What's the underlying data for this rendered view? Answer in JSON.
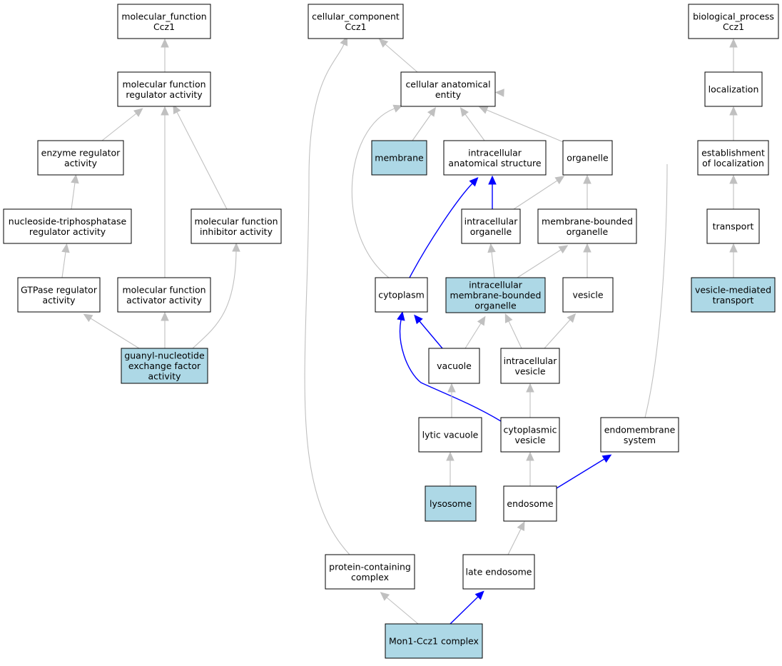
{
  "colors": {
    "highlight_fill": "#add8e6",
    "default_fill": "#ffffff",
    "edge_gray": "#c0c0c0",
    "edge_blue": "#0000ff",
    "border": "#000000"
  },
  "nodes": [
    {
      "id": "mf_root",
      "lines": [
        "molecular_function",
        "Ccz1"
      ],
      "highlight": false
    },
    {
      "id": "mf_reg",
      "lines": [
        "molecular function",
        "regulator activity"
      ],
      "highlight": false
    },
    {
      "id": "enz_reg",
      "lines": [
        "enzyme regulator",
        "activity"
      ],
      "highlight": false
    },
    {
      "id": "ntp_reg",
      "lines": [
        "nucleoside-triphosphatase",
        "regulator activity"
      ],
      "highlight": false
    },
    {
      "id": "mf_inh",
      "lines": [
        "molecular function",
        "inhibitor activity"
      ],
      "highlight": false
    },
    {
      "id": "gtp_reg",
      "lines": [
        "GTPase regulator",
        "activity"
      ],
      "highlight": false
    },
    {
      "id": "mf_act",
      "lines": [
        "molecular function",
        "activator activity"
      ],
      "highlight": false
    },
    {
      "id": "gef",
      "lines": [
        "guanyl-nucleotide",
        "exchange factor",
        "activity"
      ],
      "highlight": true
    },
    {
      "id": "cc_root",
      "lines": [
        "cellular_component",
        "Ccz1"
      ],
      "highlight": false
    },
    {
      "id": "cae",
      "lines": [
        "cellular anatomical",
        "entity"
      ],
      "highlight": false
    },
    {
      "id": "membrane",
      "lines": [
        "membrane"
      ],
      "highlight": true
    },
    {
      "id": "ias",
      "lines": [
        "intracellular",
        "anatomical structure"
      ],
      "highlight": false
    },
    {
      "id": "organelle",
      "lines": [
        "organelle"
      ],
      "highlight": false
    },
    {
      "id": "io",
      "lines": [
        "intracellular",
        "organelle"
      ],
      "highlight": false
    },
    {
      "id": "mbo",
      "lines": [
        "membrane-bounded",
        "organelle"
      ],
      "highlight": false
    },
    {
      "id": "cytoplasm",
      "lines": [
        "cytoplasm"
      ],
      "highlight": false
    },
    {
      "id": "imbo",
      "lines": [
        "intracellular",
        "membrane-bounded",
        "organelle"
      ],
      "highlight": true
    },
    {
      "id": "vesicle",
      "lines": [
        "vesicle"
      ],
      "highlight": false
    },
    {
      "id": "vacuole",
      "lines": [
        "vacuole"
      ],
      "highlight": false
    },
    {
      "id": "iv",
      "lines": [
        "intracellular",
        "vesicle"
      ],
      "highlight": false
    },
    {
      "id": "lytic",
      "lines": [
        "lytic vacuole"
      ],
      "highlight": false
    },
    {
      "id": "cv",
      "lines": [
        "cytoplasmic",
        "vesicle"
      ],
      "highlight": false
    },
    {
      "id": "endomem",
      "lines": [
        "endomembrane",
        "system"
      ],
      "highlight": false
    },
    {
      "id": "lysosome",
      "lines": [
        "lysosome"
      ],
      "highlight": true
    },
    {
      "id": "endosome",
      "lines": [
        "endosome"
      ],
      "highlight": false
    },
    {
      "id": "pcc",
      "lines": [
        "protein-containing",
        "complex"
      ],
      "highlight": false
    },
    {
      "id": "late_endo",
      "lines": [
        "late endosome"
      ],
      "highlight": false
    },
    {
      "id": "mon1",
      "lines": [
        "Mon1-Ccz1 complex"
      ],
      "highlight": true
    },
    {
      "id": "bp_root",
      "lines": [
        "biological_process",
        "Ccz1"
      ],
      "highlight": false
    },
    {
      "id": "loc",
      "lines": [
        "localization"
      ],
      "highlight": false
    },
    {
      "id": "estab",
      "lines": [
        "establishment",
        "of localization"
      ],
      "highlight": false
    },
    {
      "id": "transport",
      "lines": [
        "transport"
      ],
      "highlight": false
    },
    {
      "id": "vmt",
      "lines": [
        "vesicle-mediated",
        "transport"
      ],
      "highlight": true
    }
  ],
  "edges": [
    {
      "from": "mf_reg",
      "to": "mf_root",
      "blue": false
    },
    {
      "from": "enz_reg",
      "to": "mf_reg",
      "blue": false
    },
    {
      "from": "mf_inh",
      "to": "mf_reg",
      "blue": false
    },
    {
      "from": "mf_act",
      "to": "mf_reg",
      "blue": false
    },
    {
      "from": "ntp_reg",
      "to": "enz_reg",
      "blue": false
    },
    {
      "from": "gtp_reg",
      "to": "ntp_reg",
      "blue": false
    },
    {
      "from": "gef",
      "to": "gtp_reg",
      "blue": false
    },
    {
      "from": "gef",
      "to": "mf_act",
      "blue": false
    },
    {
      "from": "gef",
      "to": "mf_inh",
      "blue": false
    },
    {
      "from": "cae",
      "to": "cc_root",
      "blue": false
    },
    {
      "from": "pcc",
      "to": "cc_root",
      "blue": false
    },
    {
      "from": "membrane",
      "to": "cae",
      "blue": false
    },
    {
      "from": "ias",
      "to": "cae",
      "blue": false
    },
    {
      "from": "organelle",
      "to": "cae",
      "blue": false
    },
    {
      "from": "cytoplasm",
      "to": "cae",
      "blue": false
    },
    {
      "from": "endomem",
      "to": "cae",
      "blue": false
    },
    {
      "from": "io",
      "to": "ias",
      "blue": true
    },
    {
      "from": "cytoplasm",
      "to": "ias",
      "blue": true
    },
    {
      "from": "io",
      "to": "organelle",
      "blue": false
    },
    {
      "from": "mbo",
      "to": "organelle",
      "blue": false
    },
    {
      "from": "imbo",
      "to": "io",
      "blue": false
    },
    {
      "from": "imbo",
      "to": "mbo",
      "blue": false
    },
    {
      "from": "vesicle",
      "to": "mbo",
      "blue": false
    },
    {
      "from": "vacuole",
      "to": "imbo",
      "blue": false
    },
    {
      "from": "iv",
      "to": "imbo",
      "blue": false
    },
    {
      "from": "iv",
      "to": "vesicle",
      "blue": false
    },
    {
      "from": "vacuole",
      "to": "cytoplasm",
      "blue": true
    },
    {
      "from": "cv",
      "to": "cytoplasm",
      "blue": true
    },
    {
      "from": "lytic",
      "to": "vacuole",
      "blue": false
    },
    {
      "from": "cv",
      "to": "iv",
      "blue": false
    },
    {
      "from": "lysosome",
      "to": "lytic",
      "blue": false
    },
    {
      "from": "endosome",
      "to": "cv",
      "blue": false
    },
    {
      "from": "endosome",
      "to": "endomem",
      "blue": true
    },
    {
      "from": "late_endo",
      "to": "endosome",
      "blue": false
    },
    {
      "from": "mon1",
      "to": "pcc",
      "blue": false
    },
    {
      "from": "mon1",
      "to": "late_endo",
      "blue": true
    },
    {
      "from": "loc",
      "to": "bp_root",
      "blue": false
    },
    {
      "from": "estab",
      "to": "loc",
      "blue": false
    },
    {
      "from": "transport",
      "to": "estab",
      "blue": false
    },
    {
      "from": "vmt",
      "to": "transport",
      "blue": false
    }
  ]
}
